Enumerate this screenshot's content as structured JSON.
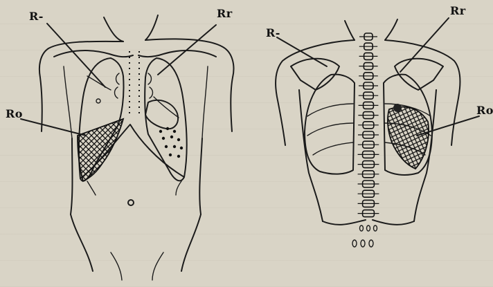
{
  "front_view": {
    "labels": {
      "r_minus": "R-",
      "r_r": "Rr",
      "r_o": "Ro"
    }
  },
  "back_view": {
    "labels": {
      "r_minus": "R-",
      "r_r": "Rr",
      "r_o": "Ro"
    }
  }
}
